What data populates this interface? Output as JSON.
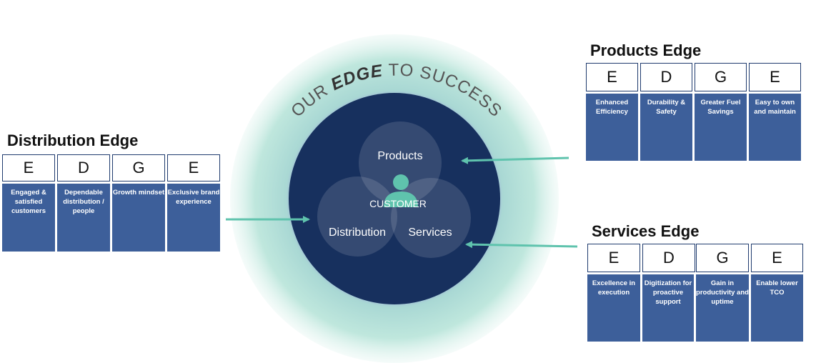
{
  "center": {
    "arc_words": [
      "OUR",
      "EDGE",
      "TO SUCCESS"
    ],
    "circles": [
      "Products",
      "Distribution",
      "Services"
    ],
    "core_label": "CUSTOMER"
  },
  "groups": [
    {
      "title": "Distribution Edge",
      "letters": [
        "E",
        "D",
        "G",
        "E"
      ],
      "descriptions": [
        "Engaged & satisfied customers",
        "Dependable distribution / people",
        "Growth mindset",
        "Exclusive brand experience"
      ]
    },
    {
      "title": "Products Edge",
      "letters": [
        "E",
        "D",
        "G",
        "E"
      ],
      "descriptions": [
        "Enhanced Efficiency",
        "Durability & Safety",
        "Greater Fuel Savings",
        "Easy to own and maintain"
      ]
    },
    {
      "title": "Services Edge",
      "letters": [
        "E",
        "D",
        "G",
        "E"
      ],
      "descriptions": [
        "Excellence in execution",
        "Digitization for proactive support",
        "Gain in productivity and uptime",
        "Enable lower TCO"
      ]
    }
  ],
  "colors": {
    "navy": "#17305e",
    "box_blue": "#3d5f9a",
    "teal": "#5fc3ad",
    "glow": "#bfe6dc"
  }
}
